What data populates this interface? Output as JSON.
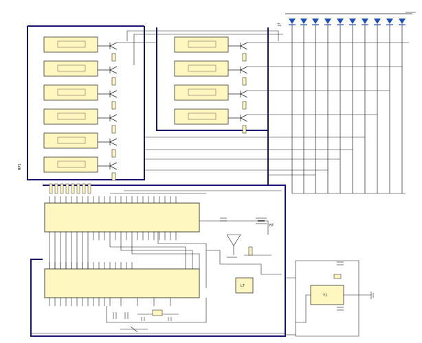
{
  "colors": {
    "background": "#ffffff",
    "chip_fill": "#fff6c0",
    "chip_stroke": "#333333",
    "bus": "#14146e",
    "wire": "#1a1a1a",
    "led": "#1d4fb8",
    "resistor_fill": "#fff6c0"
  },
  "led_bar": {
    "label": "J7",
    "led_count": 10
  },
  "left_column": {
    "label": "RP1",
    "relay_count": 6
  },
  "right_column": {
    "relay_count": 4
  },
  "driver_chip": {
    "pin_count_top": 24,
    "pin_count_bottom": 24
  },
  "mcu_chip": {
    "pin_count_top": 24,
    "pin_count_bottom": 24
  },
  "regulator": {
    "label": "L7"
  },
  "crystal_module": {
    "label": "Y1"
  },
  "battery": {
    "label": "BT"
  }
}
